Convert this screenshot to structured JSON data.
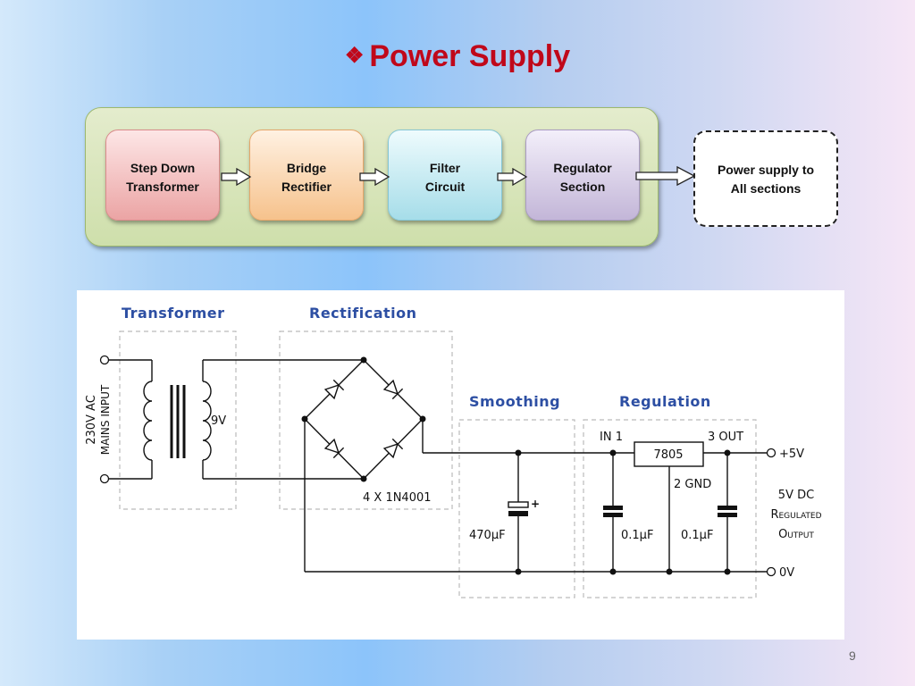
{
  "title": {
    "bullet": "❖",
    "text": "Power Supply"
  },
  "block_diagram": {
    "blocks": [
      {
        "line1": "Step Down",
        "line2": "Transformer"
      },
      {
        "line1": "Bridge",
        "line2": "Rectifier"
      },
      {
        "line1": "Filter",
        "line2": "Circuit"
      },
      {
        "line1": "Regulator",
        "line2": "Section"
      }
    ],
    "output": {
      "line1": "Power supply to",
      "line2": "All sections"
    }
  },
  "circuit": {
    "sections": {
      "transformer": "Transformer",
      "rectification": "Rectification",
      "smoothing": "Smoothing",
      "regulation": "Regulation"
    },
    "input_label": {
      "line1": "230V AC",
      "line2": "MAINS INPUT"
    },
    "secondary_voltage": "9V",
    "diodes_label": "4 X 1N4001",
    "smoothing_cap": "470µF",
    "polarity_mark": "+",
    "regulator": {
      "name": "7805",
      "pin_in": "IN 1",
      "pin_out": "3 OUT",
      "pin_gnd": "2 GND"
    },
    "decoupling_caps": [
      "0.1µF",
      "0.1µF"
    ],
    "outputs": {
      "positive": "+5V",
      "ground": "0V"
    },
    "output_description": {
      "line1": "5V DC",
      "line2": "Regulated",
      "line3": "Output"
    }
  },
  "page_number": "9",
  "colors": {
    "title": "#c0081a",
    "section_labels": "#2d4fa3",
    "panel": "#d6e4b8"
  }
}
